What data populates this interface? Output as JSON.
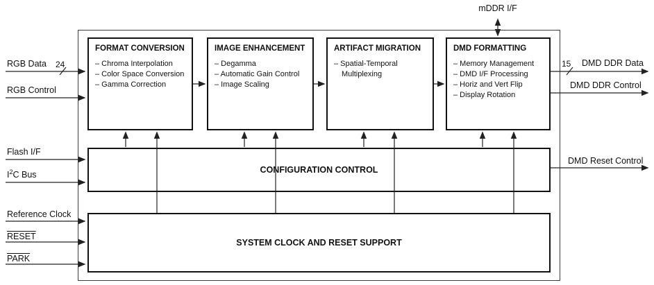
{
  "diagram": {
    "top_port": {
      "label": "mDDR I/F"
    },
    "blocks": [
      {
        "title": "FORMAT CONVERSION",
        "items": [
          "– Chroma Interpolation",
          "– Color Space Conversion",
          "– Gamma Correction"
        ]
      },
      {
        "title": "IMAGE ENHANCEMENT",
        "items": [
          "– Degamma",
          "– Automatic Gain Control",
          "– Image Scaling"
        ]
      },
      {
        "title": "ARTIFACT MIGRATION",
        "items": [
          "– Spatial-Temporal Multiplexing"
        ]
      },
      {
        "title": "DMD FORMATTING",
        "items": [
          "– Memory Management",
          "– DMD I/F Processing",
          "– Horiz and Vert Flip",
          "– Display Rotation"
        ]
      }
    ],
    "config_block": {
      "title": "CONFIGURATION CONTROL"
    },
    "system_block": {
      "title": "SYSTEM CLOCK AND RESET SUPPORT"
    },
    "inputs": {
      "rgb_data": {
        "label": "RGB Data",
        "bus_width": "24"
      },
      "rgb_control": {
        "label": "RGB Control"
      },
      "flash_if": {
        "label": "Flash I/F"
      },
      "i2c_bus": {
        "base": "I",
        "sup": "2",
        "rest": "C Bus"
      },
      "reference_clock": {
        "label": "Reference Clock"
      },
      "reset": {
        "label": "RESET"
      },
      "park": {
        "label": "PARK"
      }
    },
    "outputs": {
      "dmd_ddr_data": {
        "label": "DMD DDR Data",
        "bus_width": "15"
      },
      "dmd_ddr_control": {
        "label": "DMD DDR Control"
      },
      "dmd_reset_control": {
        "label": "DMD Reset Control"
      }
    },
    "colors": {
      "line": "#222222",
      "border": "#111111",
      "background": "#ffffff",
      "text": "#111111"
    }
  }
}
